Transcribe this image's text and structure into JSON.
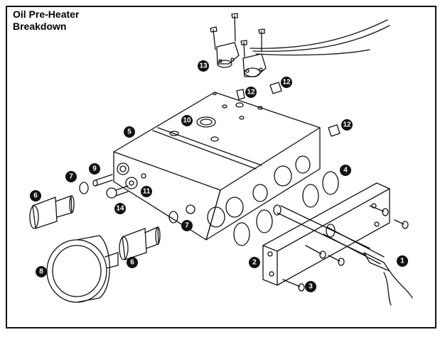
{
  "title": {
    "line1": "Oil Pre-Heater",
    "line2": "Breakdown"
  },
  "callouts": {
    "c1": "1",
    "c2": "2",
    "c3": "3",
    "c4": "4",
    "c5": "5",
    "c6a": "6",
    "c6b": "6",
    "c7a": "7",
    "c7b": "7",
    "c8": "8",
    "c9": "9",
    "c10": "10",
    "c11": "11",
    "c12a": "12",
    "c12b": "12",
    "c12c": "12",
    "c13": "13",
    "c14": "14"
  },
  "colors": {
    "line": "#111111",
    "callout_fill": "#111111",
    "callout_text": "#ffffff"
  }
}
